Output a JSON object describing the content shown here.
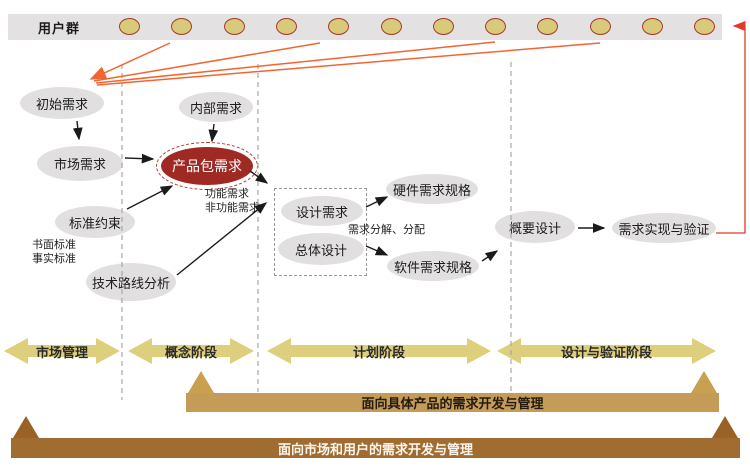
{
  "user_bar": {
    "label": "用户群",
    "ellipse_count": 12
  },
  "nodes": {
    "initial": "初始需求",
    "internal": "内部需求",
    "market": "市场需求",
    "package": "产品包需求",
    "standards": "标准约束",
    "tech_route": "技术路线分析",
    "design_req": "设计需求",
    "overall_design": "总体设计",
    "hw_spec": "硬件需求规格",
    "sw_spec": "软件需求规格",
    "outline_design": "概要设计",
    "impl_verify": "需求实现与验证"
  },
  "annotations": {
    "written_std": "书面标准",
    "defacto_std": "事实标准",
    "functional": "功能需求",
    "non_functional": "非功能需求",
    "decompose": "需求分解、分配"
  },
  "phases": [
    {
      "label": "市场管理"
    },
    {
      "label": "概念阶段"
    },
    {
      "label": "计划阶段"
    },
    {
      "label": "设计与验证阶段"
    }
  ],
  "bars": {
    "product": "面向具体产品的需求开发与管理",
    "market": "面向市场和用户的需求开发与管理"
  },
  "colors": {
    "user_bar_bg": "#e3e1e1",
    "user_dot_fill": "#d9c97a",
    "user_dot_stroke": "#a33b2e",
    "node_gray": "#e1dfdf",
    "package_red": "#9f2a23",
    "orange_arrow": "#f26531",
    "feedback_red": "#e5392a",
    "phase_khaki": "#ddcf7c",
    "bar_product_tan": "#c49b57",
    "bar_market_brown": "#a16c31",
    "dashed_gray": "#a8a8a8"
  }
}
